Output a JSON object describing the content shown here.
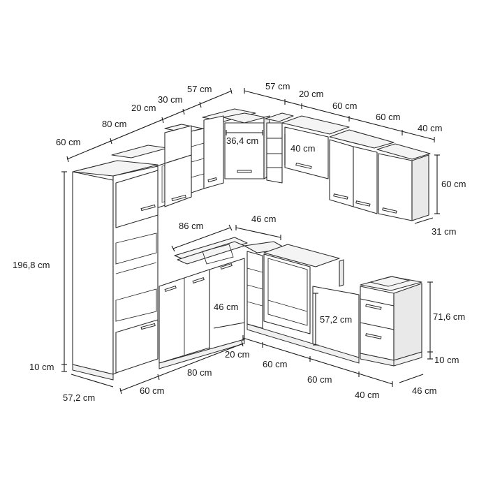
{
  "dimensions": {
    "top_57_left": "57 cm",
    "top_30": "30 cm",
    "top_20_left": "20 cm",
    "top_80": "80 cm",
    "top_60_left": "60 cm",
    "top_57_right": "57 cm",
    "top_20_right": "20 cm",
    "top_60_a": "60 cm",
    "top_60_b": "60 cm",
    "top_40": "40 cm",
    "corner_wall_width": "36,4 cm",
    "wall_cabinet_height_label": "40 cm",
    "wall_height": "60 cm",
    "wall_depth": "31 cm",
    "tall_height": "196,8 cm",
    "plinth_left": "10 cm",
    "counter_86": "86 cm",
    "counter_46_top": "46 cm",
    "corner_base_depth": "46 cm",
    "oven_height": "57,2 cm",
    "base_height": "71,6 cm",
    "plinth_right": "10 cm",
    "bottom_20": "20 cm",
    "bottom_60_a": "60 cm",
    "bottom_60_b": "60 cm",
    "bottom_40": "40 cm",
    "bottom_46": "46 cm",
    "front_57_2": "57,2 cm",
    "front_60": "60 cm",
    "front_80": "80 cm"
  }
}
